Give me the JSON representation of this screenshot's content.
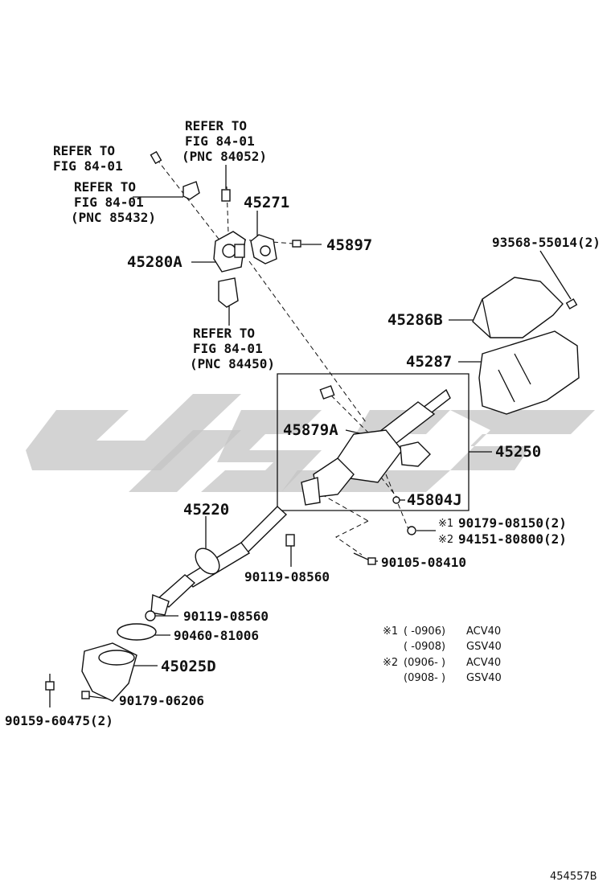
{
  "refs": {
    "ref_84052": [
      "REFER TO",
      "FIG 84-01",
      "(PNC 84052)"
    ],
    "ref_plain": [
      "REFER TO",
      "FIG 84-01"
    ],
    "ref_85432": [
      "REFER TO",
      "FIG 84-01",
      "(PNC 85432)"
    ],
    "ref_84450": [
      "REFER TO",
      "FIG 84-01",
      "(PNC 84450)"
    ]
  },
  "parts": {
    "p45271": "45271",
    "p45897": "45897",
    "p45280A": "45280A",
    "p93568": "93568-55014(2)",
    "p45286B": "45286B",
    "p45287": "45287",
    "p45879A": "45879A",
    "p45250": "45250",
    "p45804J": "45804J",
    "p90179_08150": "90179-08150(2)",
    "p94151": "94151-80800(2)",
    "p45220": "45220",
    "p90119_a": "90119-08560",
    "p90105": "90105-08410",
    "p90119_b": "90119-08560",
    "p90460": "90460-81006",
    "p45025D": "45025D",
    "p90179_06206": "90179-06206",
    "p90159": "90159-60475(2)"
  },
  "marks": {
    "m1": "※1",
    "m2": "※2"
  },
  "notes": [
    {
      "mark": "※1",
      "range": "(      -0906)",
      "model": "ACV40"
    },
    {
      "mark": "",
      "range": "(      -0908)",
      "model": "GSV40"
    },
    {
      "mark": "※2",
      "range": "(0906-      )",
      "model": "ACV40"
    },
    {
      "mark": "",
      "range": "(0908-      )",
      "model": "GSV40"
    }
  ],
  "diagram_id": "454557B",
  "colors": {
    "ink": "#111111",
    "watermark": "#c4c4c4"
  }
}
